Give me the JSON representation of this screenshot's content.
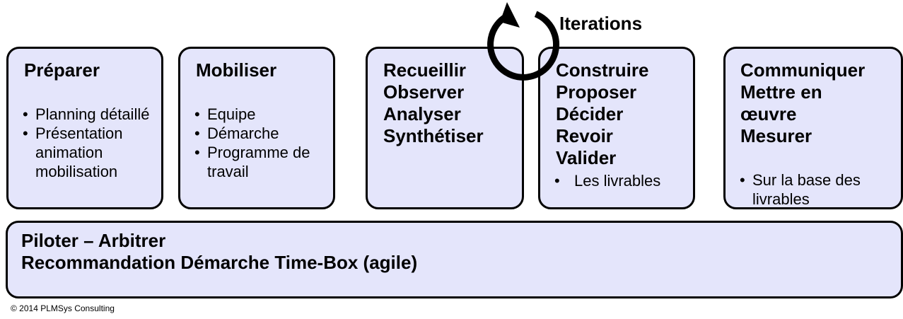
{
  "phases": [
    {
      "title_lines": [
        "Préparer"
      ],
      "bullets": [
        "Planning détaillé",
        "Présentation animation mobilisation"
      ]
    },
    {
      "title_lines": [
        "Mobiliser"
      ],
      "bullets": [
        "Equipe",
        "Démarche",
        "Programme de travail"
      ]
    },
    {
      "title_lines": [
        "Recueillir",
        "Observer",
        "Analyser",
        "Synthétiser"
      ],
      "bullets": []
    },
    {
      "title_lines": [
        "Construire",
        "Proposer",
        "Décider",
        "Revoir",
        "Valider"
      ],
      "bullets": [
        "Les livrables"
      ]
    },
    {
      "title_lines": [
        "Communiquer",
        "Mettre en",
        "œuvre",
        "Mesurer"
      ],
      "bullets": [
        "Sur la base des livrables"
      ]
    }
  ],
  "governance": {
    "title_lines": [
      "Piloter – Arbitrer",
      "Recommandation Démarche Time-Box (agile)"
    ]
  },
  "iterations_label": "Iterations",
  "copyright": "© 2014 PLMSys Consulting",
  "colors": {
    "box_fill": "#e4e5fb",
    "box_border": "#000000"
  },
  "icons": {
    "cycle": "circular-arrow-icon"
  }
}
